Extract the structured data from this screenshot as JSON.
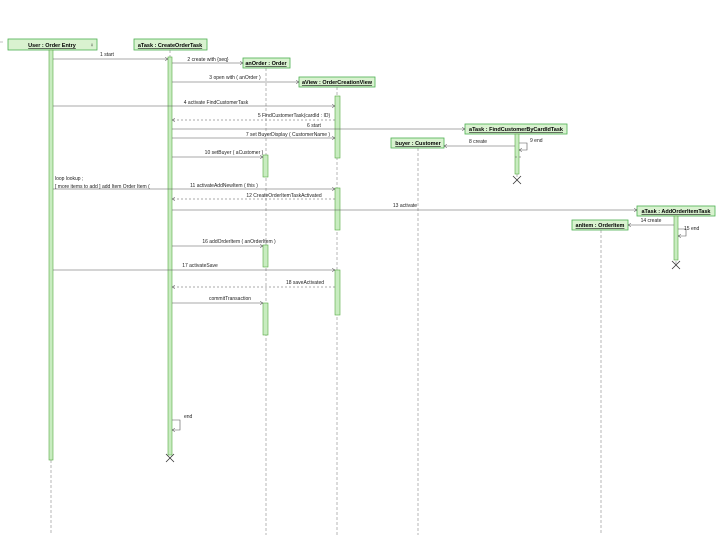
{
  "lifelines": [
    {
      "id": "user",
      "label": "User : Order Entry"
    },
    {
      "id": "task",
      "label": "aTask : CreateOrderTask"
    },
    {
      "id": "order",
      "label": "anOrder : Order"
    },
    {
      "id": "view",
      "label": "aView : OrderCreationView"
    },
    {
      "id": "buyer",
      "label": "buyer : Customer"
    },
    {
      "id": "find",
      "label": "aTask : FindCustomerByCardIdTask"
    },
    {
      "id": "addtask",
      "label": "aTask : AddOrderItemTask"
    },
    {
      "id": "item",
      "label": "anItem : OrderItem"
    }
  ],
  "messages": [
    {
      "id": "m1",
      "label": "1 start"
    },
    {
      "id": "m2",
      "label": "2 create with {seq}"
    },
    {
      "id": "m3",
      "label": "3 open with ( anOrder )"
    },
    {
      "id": "m4",
      "label": "4 activate FindCustomerTask"
    },
    {
      "id": "m5",
      "label": "5 FindCustomerTask(cardId : ID)"
    },
    {
      "id": "m6",
      "label": "6 start"
    },
    {
      "id": "m7",
      "label": "7 set BuyerDisplay ( CustomerName )"
    },
    {
      "id": "m8",
      "label": "8 create"
    },
    {
      "id": "m9",
      "label": "9 end"
    },
    {
      "id": "m10",
      "label": "10 setBuyer ( aCustomer )"
    },
    {
      "id": "m11",
      "label": "11 activateAddNewItem ( this )"
    },
    {
      "id": "m12",
      "label": "12 CreateOrderItemTaskActivated"
    },
    {
      "id": "m13",
      "label": "13 activate"
    },
    {
      "id": "m14",
      "label": "14 create"
    },
    {
      "id": "m15",
      "label": "15 end"
    },
    {
      "id": "m16",
      "label": "16 addOrderItem ( anOrderItem )"
    },
    {
      "id": "m17",
      "label": "17 activateSave"
    },
    {
      "id": "m18",
      "label": "18 saveActivated"
    },
    {
      "id": "m19",
      "label": "commitTransaction"
    },
    {
      "id": "m20",
      "label": "end"
    }
  ],
  "note": {
    "line1": "loop lookup ;",
    "line2": "[ more items to add ] add Item Order Item ("
  },
  "colors": {
    "header_fill": "#d9f2d0",
    "header_stroke": "#4caf50",
    "activation_fill": "#c8ecc0",
    "activation_stroke": "#55aa44",
    "line": "#555555",
    "dashed": "#888888"
  }
}
